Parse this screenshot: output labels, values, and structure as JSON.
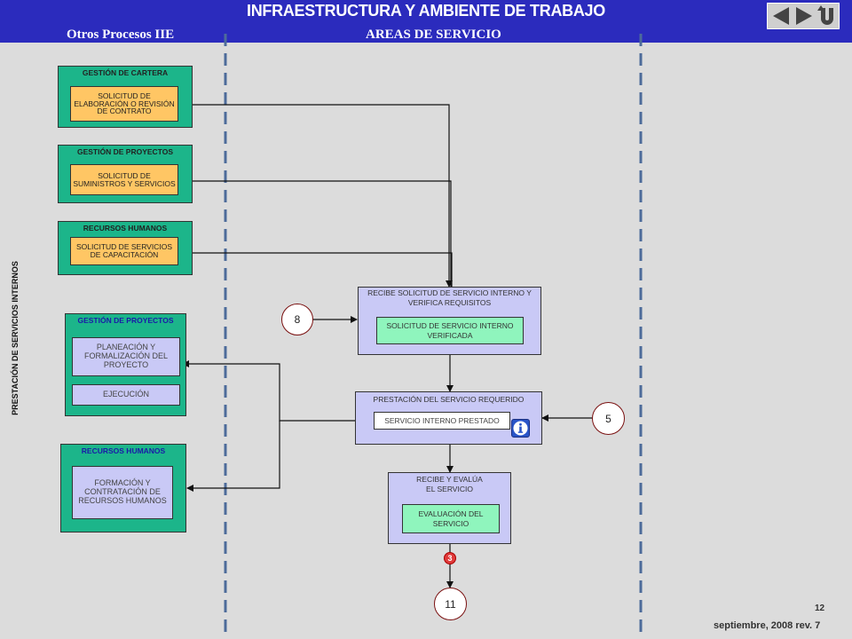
{
  "header": {
    "title": "INFRAESTRUCTURA Y AMBIENTE DE TRABAJO",
    "left_lane": "Otros Procesos IIE",
    "right_lane": "AREAS DE SERVICIO",
    "nav": [
      "back-icon",
      "forward-icon",
      "return-icon"
    ]
  },
  "side_label": "PRESTACIÓN DE SERVICIOS INTERNOS",
  "left_groups": {
    "cartera": {
      "title": "GESTIÓN DE CARTERA",
      "item": "SOLICITUD DE ELABORACIÓN O REVISIÓN DE CONTRATO"
    },
    "proyectos_a": {
      "title": "GESTIÓN DE PROYECTOS",
      "item": "SOLICITUD DE SUMINISTROS Y SERVICIOS"
    },
    "rh_a": {
      "title": "RECURSOS HUMANOS",
      "item": "SOLICITUD DE SERVICIOS DE CAPACITACIÓN"
    },
    "proyectos_b": {
      "title": "GESTIÓN DE PROYECTOS",
      "items": [
        "PLANEACIÓN Y FORMALIZACIÓN DEL PROYECTO",
        "EJECUCIÓN"
      ]
    },
    "rh_b": {
      "title": "RECURSOS HUMANOS",
      "item": "FORMACIÓN Y CONTRATACIÓN DE RECURSOS HUMANOS"
    }
  },
  "process": {
    "receive": {
      "title": "RECIBE SOLICITUD DE SERVICIO INTERNO Y VERIFICA REQUISITOS",
      "output": "SOLICITUD DE SERVICIO INTERNO VERIFICADA"
    },
    "deliver": {
      "title": "PRESTACIÓN DEL SERVICIO REQUERIDO",
      "output": "SERVICIO INTERNO PRESTADO"
    },
    "evaluate": {
      "title": "RECIBE Y EVALÚA EL SERVICIO",
      "output": "EVALUACIÓN DEL SERVICIO"
    }
  },
  "connectors": {
    "c8": "8",
    "c5": "5",
    "c11": "11",
    "marker": "3"
  },
  "footer": {
    "page": "12",
    "date": "septiembre, 2008  rev. 7"
  },
  "colors": {
    "header": "#2b2bbd",
    "group_green": "#1cb58a",
    "request_orange": "#ffc664",
    "process_lavender": "#c9c9f6",
    "output_mint": "#8ff5bd",
    "lane_divider": "#4d6b9a"
  }
}
